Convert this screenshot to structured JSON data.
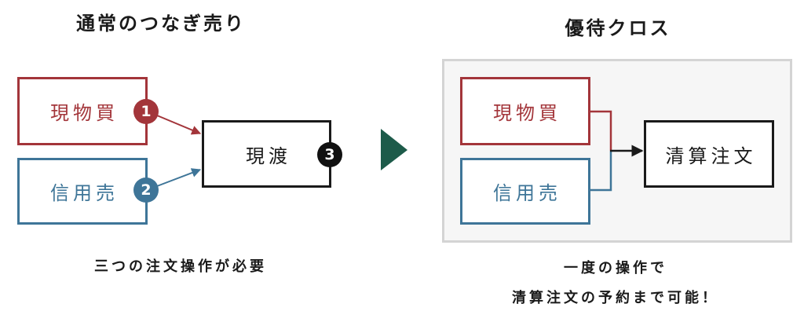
{
  "left": {
    "title": "通常のつなぎ売り",
    "sources": [
      {
        "label": "現物買",
        "step": "1",
        "color": "#a3353a"
      },
      {
        "label": "信用売",
        "step": "2",
        "color": "#3e7598"
      }
    ],
    "target": {
      "label": "現渡",
      "step": "3",
      "color": "#111111"
    },
    "caption": "三つの注文操作が必要"
  },
  "transition": {
    "icon": "play-triangle-icon",
    "color": "#1d5b4a"
  },
  "right": {
    "title": "優待クロス",
    "sources": [
      {
        "label": "現物買",
        "color": "#a3353a"
      },
      {
        "label": "信用売",
        "color": "#3e7598"
      }
    ],
    "target": {
      "label": "清算注文",
      "color": "#1a1a1a"
    },
    "caption_lines": [
      "一度の操作で",
      "清算注文の予約まで可能！"
    ]
  },
  "colors": {
    "buy": "#a3353a",
    "sell": "#3e7598",
    "neutral": "#1a1a1a",
    "accent": "#1d5b4a",
    "panel_bg": "#f6f6f6",
    "panel_border": "#d4d4d4"
  }
}
